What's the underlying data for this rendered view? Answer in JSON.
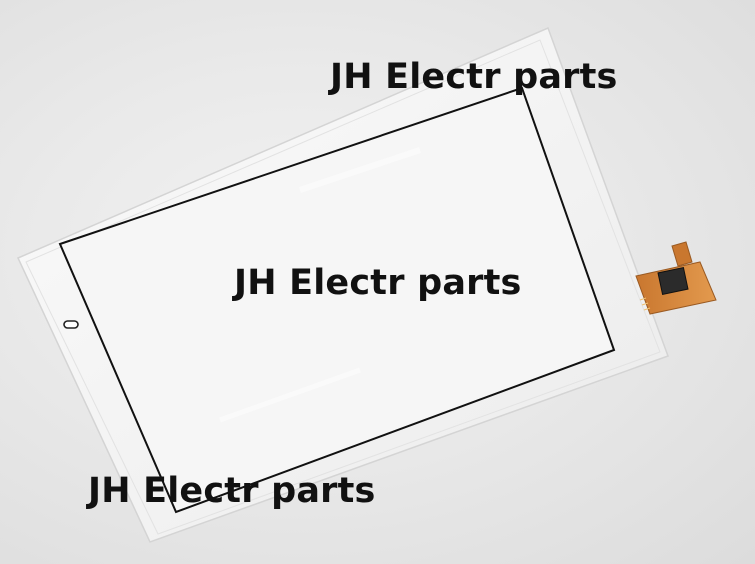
{
  "watermarks": {
    "top": "JH Electr parts",
    "middle": "JH Electr parts",
    "bottom": "JH Electr parts"
  },
  "colors": {
    "background": "#e6e6e6",
    "panel_glass": "#f4f4f4",
    "panel_border": "#111111",
    "flex_cable": "#d9843a",
    "watermark_text": "#111111"
  }
}
